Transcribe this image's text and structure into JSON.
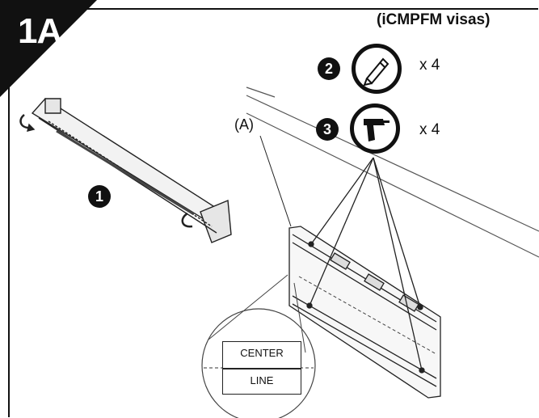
{
  "step": {
    "label": "1A"
  },
  "heading": {
    "text": "(iCMPFM visas)"
  },
  "callouts": {
    "step1": "1",
    "step2": "2",
    "step3": "3",
    "part_a": "(A)"
  },
  "tools": [
    {
      "icon": "pencil-icon",
      "quantity": "x 4"
    },
    {
      "icon": "drill-icon",
      "quantity": "x 4"
    }
  ],
  "detail": {
    "top_label": "CENTER",
    "bottom_label": "LINE"
  },
  "colors": {
    "ink": "#111111",
    "paper": "#ffffff"
  }
}
